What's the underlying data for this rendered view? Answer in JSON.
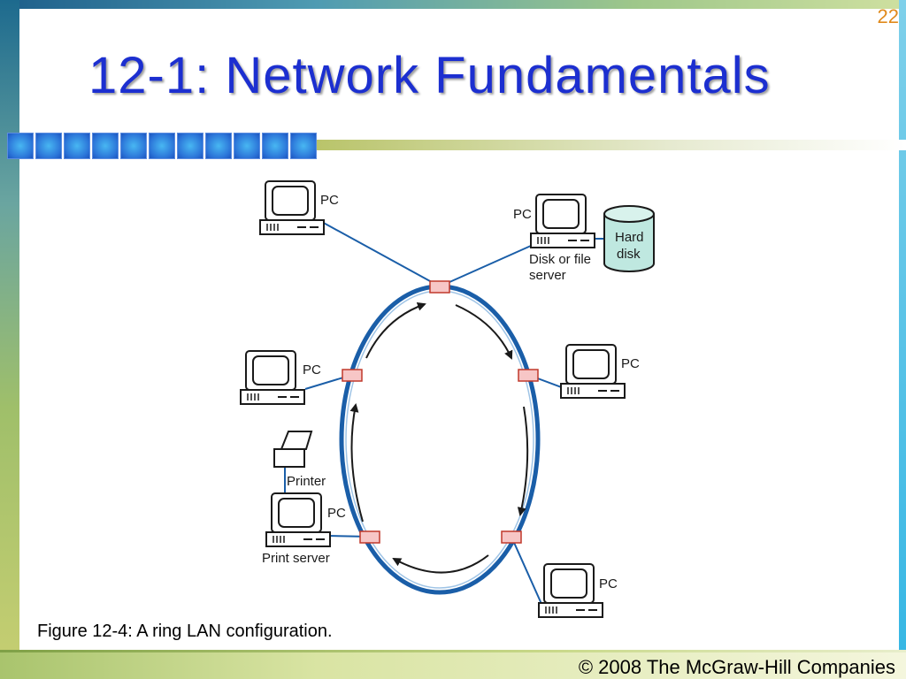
{
  "slide": {
    "number": "22",
    "title": "12-1: Network Fundamentals",
    "caption": "Figure 12-4: A ring LAN configuration.",
    "copyright": "© 2008 The McGraw-Hill Companies"
  },
  "diagram": {
    "label_pc": "PC",
    "label_hard_disk_line1": "Hard",
    "label_hard_disk_line2": "disk",
    "label_file_server_line1": "Disk or file",
    "label_file_server_line2": "server",
    "label_printer": "Printer",
    "label_print_server": "Print server"
  },
  "colors": {
    "title": "#1c2fd0",
    "slide_number": "#e08a1c",
    "ring": "#1a5ea8",
    "node_fill": "#f7c6c6",
    "node_stroke": "#c0392b",
    "disk_fill": "#bfe8e0"
  }
}
